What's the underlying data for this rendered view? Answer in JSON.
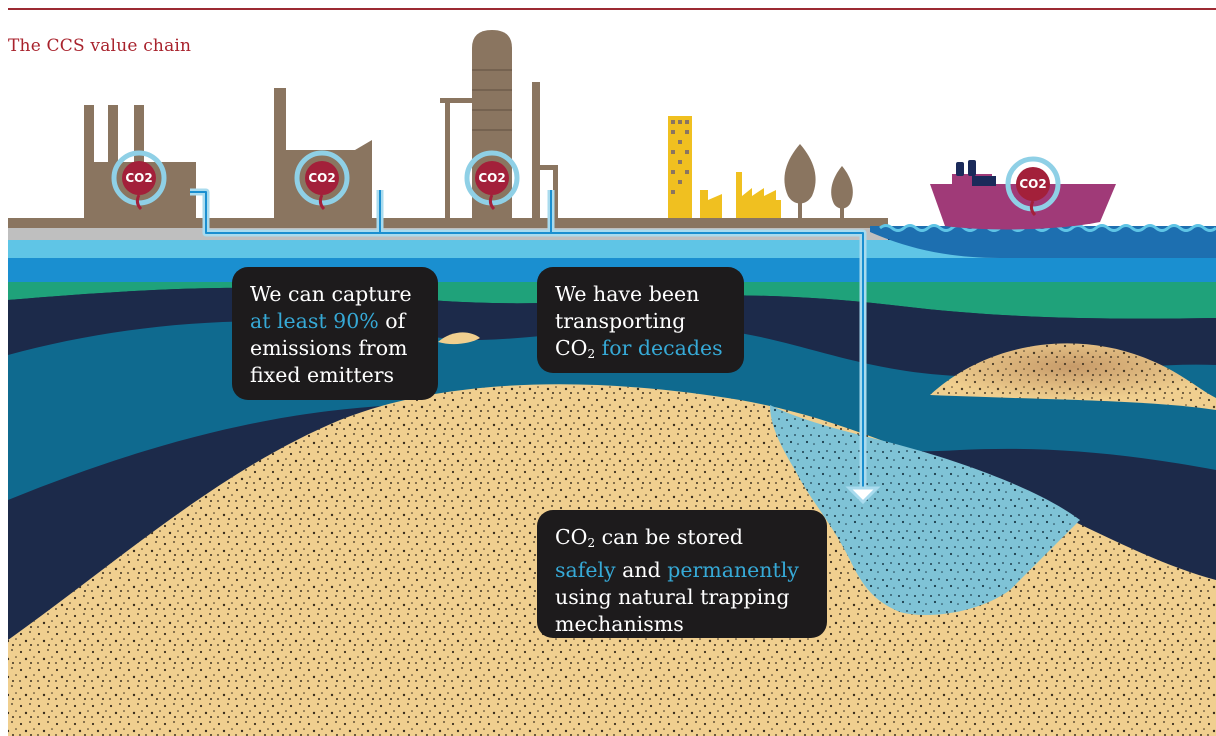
{
  "title": "The CCS value chain",
  "icons": {
    "co2_badge_label": "CO2"
  },
  "callouts": {
    "capture": {
      "before": "We can capture",
      "highlight": "at least 90%",
      "after": "of emissions from fixed emitters"
    },
    "transport": {
      "before": "We have been transporting CO",
      "sub": "2",
      "highlight": "for decades"
    },
    "storage": {
      "before_co": "CO",
      "sub": "2",
      "before": "can be stored",
      "highlight1": "safely",
      "mid": "and",
      "highlight2": "permanently",
      "after": "using natural trapping mechanisms"
    }
  },
  "colors": {
    "title": "#a8222c",
    "rule": "#9c2a32",
    "factory": "#8a7560",
    "co2_circle": "#a3203a",
    "co2_ring": "#8fd0e6",
    "ship": "#a03a78",
    "sea": "#1d6fb0",
    "deep_layer": "#1c2a4a",
    "mid_layer": "#0f6a8f",
    "green_layer": "#1fa27a",
    "sand": "#f0cf8f",
    "storage": "#7fc3d6",
    "city": "#f0c020",
    "bubble": "#1d1b1c",
    "highlight": "#36a9d6"
  }
}
